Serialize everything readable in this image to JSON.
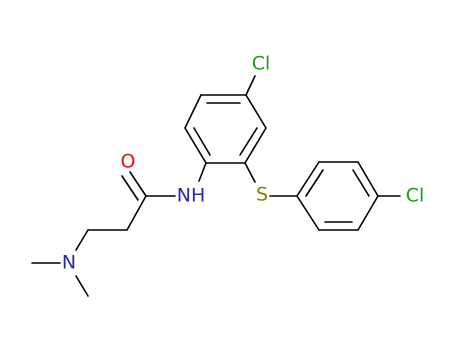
{
  "atoms": {
    "cl_top": "Cl",
    "cl_right": "Cl",
    "sulfur": "S",
    "nh": "NH",
    "oxygen": "O",
    "nitrogen": "N"
  },
  "colors": {
    "chlorine": "#1f9a1f",
    "sulfur": "#8a7d00",
    "nitrogen": "#2a2aa6",
    "oxygen": "#e01010",
    "carbon_bond": "#000000"
  }
}
